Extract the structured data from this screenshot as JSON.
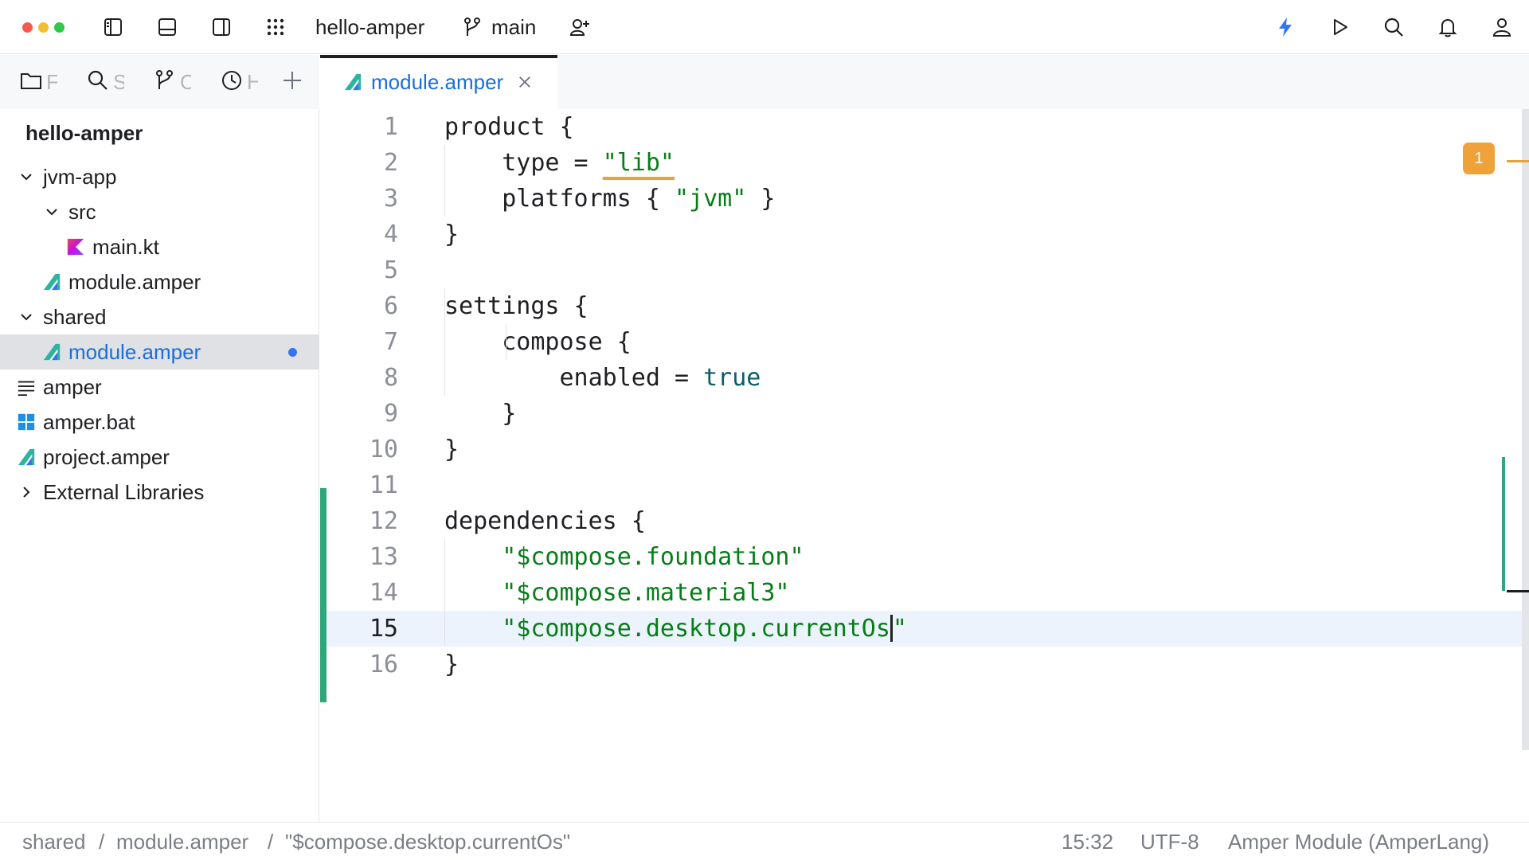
{
  "titlebar": {
    "project": "hello-amper",
    "branch": "main",
    "icons": [
      "project-panel-icon",
      "bottom-panel-icon",
      "right-panel-icon",
      "apps-grid-icon",
      "branch-icon",
      "add-user-icon",
      "lightning-icon",
      "run-icon",
      "search-icon",
      "bell-icon",
      "account-icon"
    ],
    "accent_color": "#3574f0"
  },
  "left_panel": {
    "tabs": [
      {
        "icon": "folder-icon",
        "label": "F"
      },
      {
        "icon": "search-icon",
        "label": "S"
      },
      {
        "icon": "branch-icon",
        "label": "C"
      },
      {
        "icon": "clock-icon",
        "label": "H"
      }
    ],
    "root": "hello-amper",
    "tree": [
      {
        "label": "jvm-app",
        "chevron": "down"
      },
      {
        "label": "src",
        "chevron": "down"
      },
      {
        "label": "main.kt",
        "icon": "kotlin-icon"
      },
      {
        "label": "module.amper",
        "icon": "amper-icon"
      },
      {
        "label": "shared",
        "chevron": "down"
      },
      {
        "label": "module.amper",
        "icon": "amper-icon",
        "selected": true,
        "modified": true
      },
      {
        "label": "amper",
        "icon": "text-file-icon"
      },
      {
        "label": "amper.bat",
        "icon": "windows-icon"
      },
      {
        "label": "project.amper",
        "icon": "amper-icon"
      },
      {
        "label": "External Libraries",
        "chevron": "right"
      }
    ]
  },
  "editor": {
    "tab": {
      "label": "module.amper"
    },
    "warnings_count": "1",
    "lines": [
      {
        "n": "1",
        "tokens": [
          {
            "t": "product {",
            "c": ""
          }
        ]
      },
      {
        "n": "2",
        "tokens": [
          {
            "t": "    type = ",
            "c": ""
          },
          {
            "t": "\"lib\"",
            "c": "str warn"
          }
        ]
      },
      {
        "n": "3",
        "tokens": [
          {
            "t": "    platforms { ",
            "c": ""
          },
          {
            "t": "\"jvm\"",
            "c": "str"
          },
          {
            "t": " }",
            "c": ""
          }
        ]
      },
      {
        "n": "4",
        "tokens": [
          {
            "t": "}",
            "c": ""
          }
        ]
      },
      {
        "n": "5",
        "tokens": []
      },
      {
        "n": "6",
        "tokens": [
          {
            "t": "settings {",
            "c": ""
          }
        ]
      },
      {
        "n": "7",
        "tokens": [
          {
            "t": "    compose {",
            "c": ""
          }
        ]
      },
      {
        "n": "8",
        "tokens": [
          {
            "t": "        enabled = ",
            "c": ""
          },
          {
            "t": "true",
            "c": "kw"
          }
        ]
      },
      {
        "n": "9",
        "tokens": [
          {
            "t": "    }",
            "c": ""
          }
        ]
      },
      {
        "n": "10",
        "tokens": [
          {
            "t": "}",
            "c": ""
          }
        ]
      },
      {
        "n": "11",
        "tokens": []
      },
      {
        "n": "12",
        "tokens": [
          {
            "t": "dependencies {",
            "c": ""
          }
        ]
      },
      {
        "n": "13",
        "tokens": [
          {
            "t": "    ",
            "c": ""
          },
          {
            "t": "\"$compose.foundation\"",
            "c": "str"
          }
        ]
      },
      {
        "n": "14",
        "tokens": [
          {
            "t": "    ",
            "c": ""
          },
          {
            "t": "\"$compose.material3\"",
            "c": "str"
          }
        ]
      },
      {
        "n": "15",
        "tokens": [
          {
            "t": "    ",
            "c": ""
          },
          {
            "t": "\"$compose.desktop.currentOs",
            "c": "str"
          },
          {
            "t": "|caret|",
            "c": "caret"
          },
          {
            "t": "\"",
            "c": "str"
          }
        ],
        "current": true
      },
      {
        "n": "16",
        "tokens": [
          {
            "t": "}",
            "c": ""
          }
        ]
      }
    ],
    "colors": {
      "string": "#067d17",
      "keyword": "#0b5e69",
      "warning": "#efa13a",
      "vcs_changed": "#2fa77a"
    }
  },
  "statusbar": {
    "breadcrumb": [
      "shared",
      "module.amper",
      "\"$compose.desktop.currentOs\""
    ],
    "separator": "/",
    "position": "15:32",
    "encoding": "UTF-8",
    "language": "Amper Module (AmperLang)"
  }
}
